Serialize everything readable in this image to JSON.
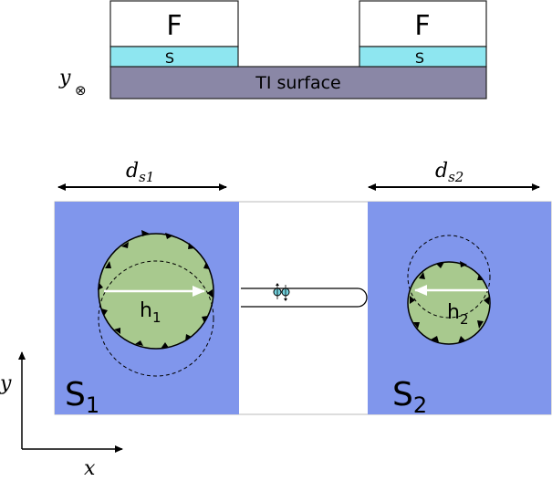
{
  "top_cross_section": {
    "axis_label": "y",
    "axis_symbol": "⊗",
    "substrate_label": "TI surface",
    "left_stack": {
      "ferromagnet_label": "F",
      "superconductor_label": "S"
    },
    "right_stack": {
      "ferromagnet_label": "F",
      "superconductor_label": "S"
    }
  },
  "bottom_plan_view": {
    "left_width_label": "d",
    "left_width_sub": "s1",
    "right_width_label": "d",
    "right_width_sub": "s2",
    "left_region": {
      "label": "S",
      "sub": "1",
      "field_label": "h",
      "field_sub": "1"
    },
    "right_region": {
      "label": "S",
      "sub": "2",
      "field_label": "h",
      "field_sub": "2"
    },
    "axes": {
      "y_label": "y",
      "x_label": "x"
    }
  },
  "colors": {
    "ferromagnet": "#ffffff",
    "superconductor": "#8ee6f0",
    "ti_surface": "#8a87a6",
    "s_region": "#8096ec",
    "field_disc": "#a8c98e",
    "spin_dot": "#74d3de"
  }
}
